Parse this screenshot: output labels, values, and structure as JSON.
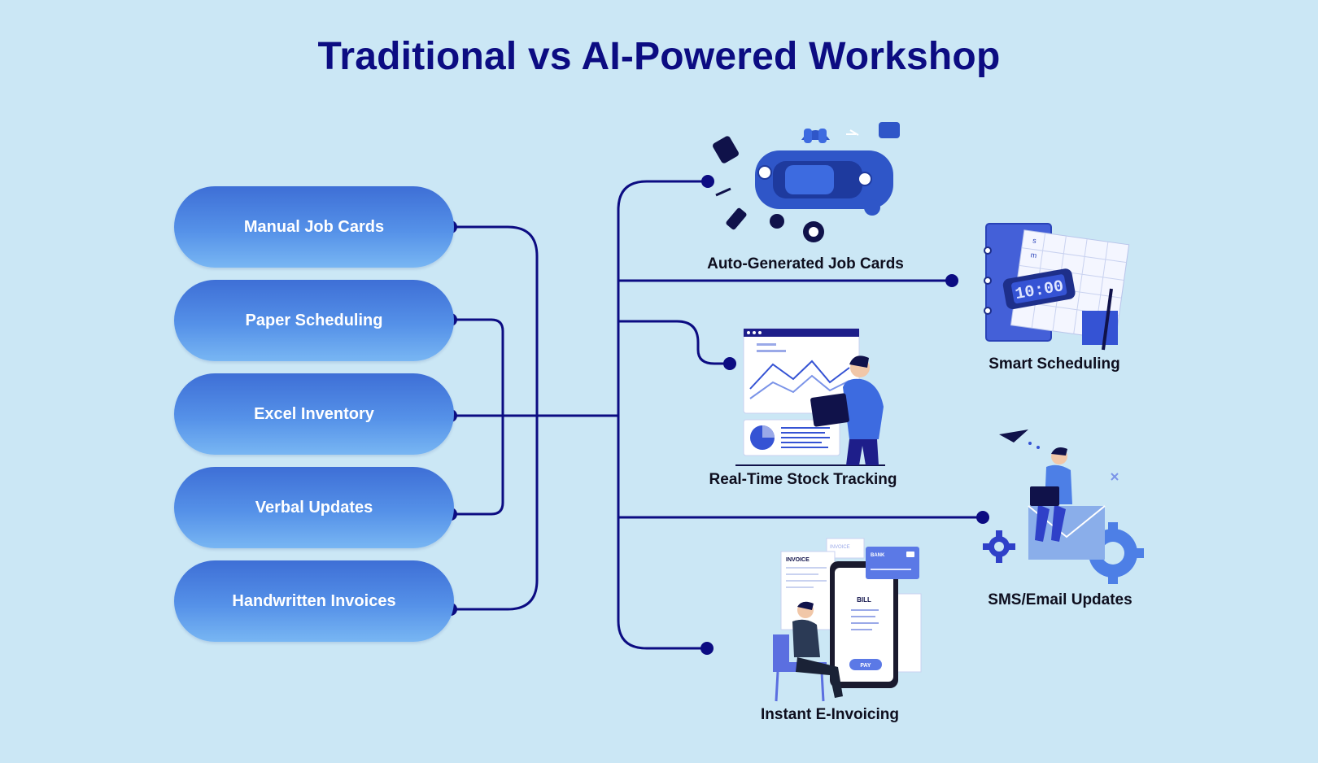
{
  "title": "Traditional vs AI-Powered Workshop",
  "colors": {
    "background": "#cbe7f5",
    "title": "#0c0c82",
    "connector": "#0c0c82",
    "pill_top": "#3e6fd6",
    "pill_bottom": "#78b6f3"
  },
  "traditional": [
    {
      "label": "Manual Job Cards"
    },
    {
      "label": "Paper Scheduling"
    },
    {
      "label": "Excel Inventory"
    },
    {
      "label": "Verbal Updates"
    },
    {
      "label": "Handwritten Invoices"
    }
  ],
  "ai_powered": [
    {
      "label": "Auto-Generated Job Cards",
      "icon": "car-repair-illustration"
    },
    {
      "label": "Smart Scheduling",
      "icon": "calendar-clock-illustration"
    },
    {
      "label": "Real-Time Stock Tracking",
      "icon": "analytics-dashboard-illustration"
    },
    {
      "label": "SMS/Email Updates",
      "icon": "email-notification-illustration"
    },
    {
      "label": "Instant E-Invoicing",
      "icon": "digital-invoice-illustration"
    }
  ],
  "illustration_text": {
    "clock": "10:00",
    "cal_s": "s",
    "cal_m": "m",
    "invoice": "INVOICE",
    "invoice2": "INVOICE",
    "bank": "BANK",
    "bill": "BILL",
    "pay": "PAY"
  }
}
